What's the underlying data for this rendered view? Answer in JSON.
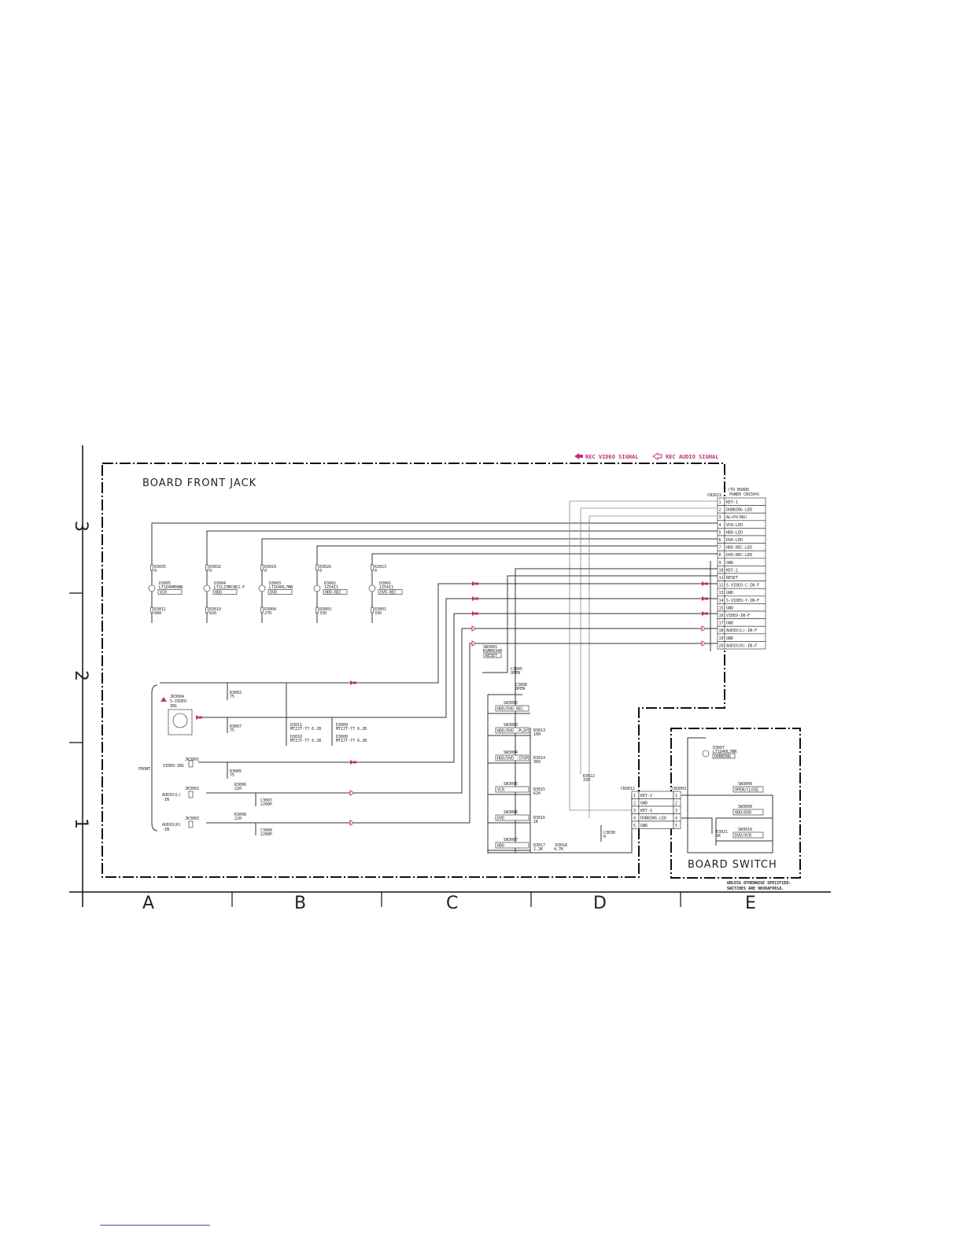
{
  "legend": {
    "rec_video": "REC VIDEO SIGNAL",
    "rec_audio": "REC AUDIO SIGNAL",
    "accent_color": "#c0307a"
  },
  "boards": {
    "front_jack": "BOARD FRONT JACK",
    "switch": "BOARD SWITCH"
  },
  "grid": {
    "rows": [
      "3",
      "2",
      "1"
    ],
    "cols": [
      "A",
      "B",
      "C",
      "D",
      "E"
    ]
  },
  "note": {
    "line1": "UNLESS OTHERWISE SPECIFIED:",
    "line2": "SWITCHES ARE 9K98AF001A."
  },
  "connector_cn3021": {
    "ref": "CN3021",
    "to_board": "(TO BOARD",
    "to_target": "POWER CN1504)",
    "pins": [
      {
        "n": "1",
        "label": "KEY-1"
      },
      {
        "n": "2",
        "label": "DUBBING-LED"
      },
      {
        "n": "3",
        "label": "AL+5V(NU)"
      },
      {
        "n": "4",
        "label": "VCR-LED"
      },
      {
        "n": "5",
        "label": "HDD-LED"
      },
      {
        "n": "6",
        "label": "DVD-LED"
      },
      {
        "n": "7",
        "label": "HDD-REC-LED"
      },
      {
        "n": "8",
        "label": "DVD-REC-LED"
      },
      {
        "n": "9",
        "label": "GND"
      },
      {
        "n": "10",
        "label": "KEY-2"
      },
      {
        "n": "11",
        "label": "RESET"
      },
      {
        "n": "12",
        "label": "S-VIDEO-C-IN-F"
      },
      {
        "n": "13",
        "label": "GND"
      },
      {
        "n": "14",
        "label": "S-VIDEO-Y-IN-F"
      },
      {
        "n": "15",
        "label": "GND"
      },
      {
        "n": "16",
        "label": "VIDEO-IN-F"
      },
      {
        "n": "17",
        "label": "GND"
      },
      {
        "n": "18",
        "label": "AUDIO(L)-IN-F"
      },
      {
        "n": "19",
        "label": "GND"
      },
      {
        "n": "20",
        "label": "AUDIO(R)-IN-F"
      }
    ]
  },
  "connector_cn3012": {
    "ref": "CN3012",
    "ref2": "CN3003",
    "pins": [
      {
        "n": "1",
        "label": "KEY-2"
      },
      {
        "n": "2",
        "label": "GND"
      },
      {
        "n": "3",
        "label": "KEY-1"
      },
      {
        "n": "4",
        "label": "DUBBING-LED"
      },
      {
        "n": "5",
        "label": "GND"
      }
    ]
  },
  "leds": [
    {
      "r_top": "R3035",
      "r_top_val": "0",
      "d": "D3005",
      "part": "LT1D40MXNN",
      "func": "VCR",
      "r_bot": "R3011",
      "r_bot_val": "680"
    },
    {
      "r_top": "R3032",
      "r_top_val": "0",
      "d": "D3004",
      "part": "LT1LZ3MC8K2-F",
      "func": "HDD",
      "r_bot": "R3010",
      "r_bot_val": "820"
    },
    {
      "r_top": "R3029",
      "r_top_val": "0",
      "d": "D3003",
      "part": "LT1D40L7NN",
      "func": "DVD",
      "r_bot": "R3004",
      "r_bot_val": "270"
    },
    {
      "r_top": "R3026",
      "r_top_val": "0",
      "d": "D3002",
      "part": "1Z54I1",
      "func": "HDD-REC",
      "r_bot": "R3003",
      "r_bot_val": "330"
    },
    {
      "r_top": "R3023",
      "r_top_val": "0",
      "d": "D3001",
      "part": "1Z54I1",
      "func": "DVD-REC",
      "r_bot": "R3001",
      "r_bot_val": "330"
    }
  ],
  "jacks": {
    "svideo": {
      "ref": "JK3004",
      "line1": "S-VIDEO",
      "line2": "IN1"
    },
    "video": {
      "ref": "JK3001",
      "label": "VIDEO-IN1"
    },
    "audio_l": {
      "ref": "JK3002",
      "line1": "AUDIO(L)",
      "line2": "-IN"
    },
    "audio_r": {
      "ref": "JK3003",
      "line1": "AUDIO(R)",
      "line2": "-IN"
    },
    "front": "FRONT"
  },
  "parts": {
    "r3002": {
      "ref": "R3002",
      "val": "75"
    },
    "r3007": {
      "ref": "R3007",
      "val": "75"
    },
    "r3005": {
      "ref": "R3005",
      "val": "75"
    },
    "r3006": {
      "ref": "R3006",
      "val": "220"
    },
    "r3008": {
      "ref": "R3008",
      "val": "220"
    },
    "c3007": {
      "ref": "C3007",
      "val": "2200P"
    },
    "c3006": {
      "ref": "C3006",
      "val": "2200P"
    },
    "d3011": {
      "ref": "D3011",
      "val": "MTZJT-77 6.2B"
    },
    "d3010": {
      "ref": "D3010",
      "val": "MTZJT-77 6.2B"
    },
    "d3009": {
      "ref": "D3009",
      "val": "MTZJT-77 6.2B"
    },
    "d3008": {
      "ref": "D3008",
      "val": "MTZJT-77 6.2B"
    },
    "sw3001": {
      "ref": "SW3001",
      "part": "KSM0634B",
      "func": "RESET"
    },
    "c3005": {
      "ref": "C3005",
      "val": "OPEN"
    },
    "c3008": {
      "ref": "C3008",
      "val": "OPEN"
    },
    "r3022": {
      "ref": "R3022",
      "val": "330"
    },
    "r3018": {
      "ref": "R3018",
      "val": "4.7K"
    },
    "c3038": {
      "ref": "C3038",
      "val": "0"
    },
    "d3007": {
      "ref": "D3007",
      "part": "LT1D40L7NN",
      "func": "DUBBING"
    },
    "r3021": {
      "ref": "R3021",
      "val": "1K"
    }
  },
  "switches": [
    {
      "ref": "SW3002",
      "func": "HDD/DVD-REC",
      "r": "",
      "rv": ""
    },
    {
      "ref": "SW3003",
      "func": "HDD/DVD -PLAY",
      "r": "R3013",
      "rv": "100"
    },
    {
      "ref": "SW3004",
      "func": "HDD/DVD -STOP",
      "r": "R3014",
      "rv": "360"
    },
    {
      "ref": "SW3005",
      "func": "VCR",
      "r": "R3015",
      "rv": "620"
    },
    {
      "ref": "SW3006",
      "func": "DVD",
      "r": "R3016",
      "rv": "1K"
    },
    {
      "ref": "SW3007",
      "func": "HDD",
      "r": "R3017",
      "rv": "2.2K"
    }
  ],
  "right_switches": [
    {
      "ref": "SW3009",
      "func": "OPEN/CLOSE"
    },
    {
      "ref": "SW3008",
      "func": "HDD/DVD"
    },
    {
      "ref": "SW3010",
      "func": "DVD/VCR"
    }
  ]
}
